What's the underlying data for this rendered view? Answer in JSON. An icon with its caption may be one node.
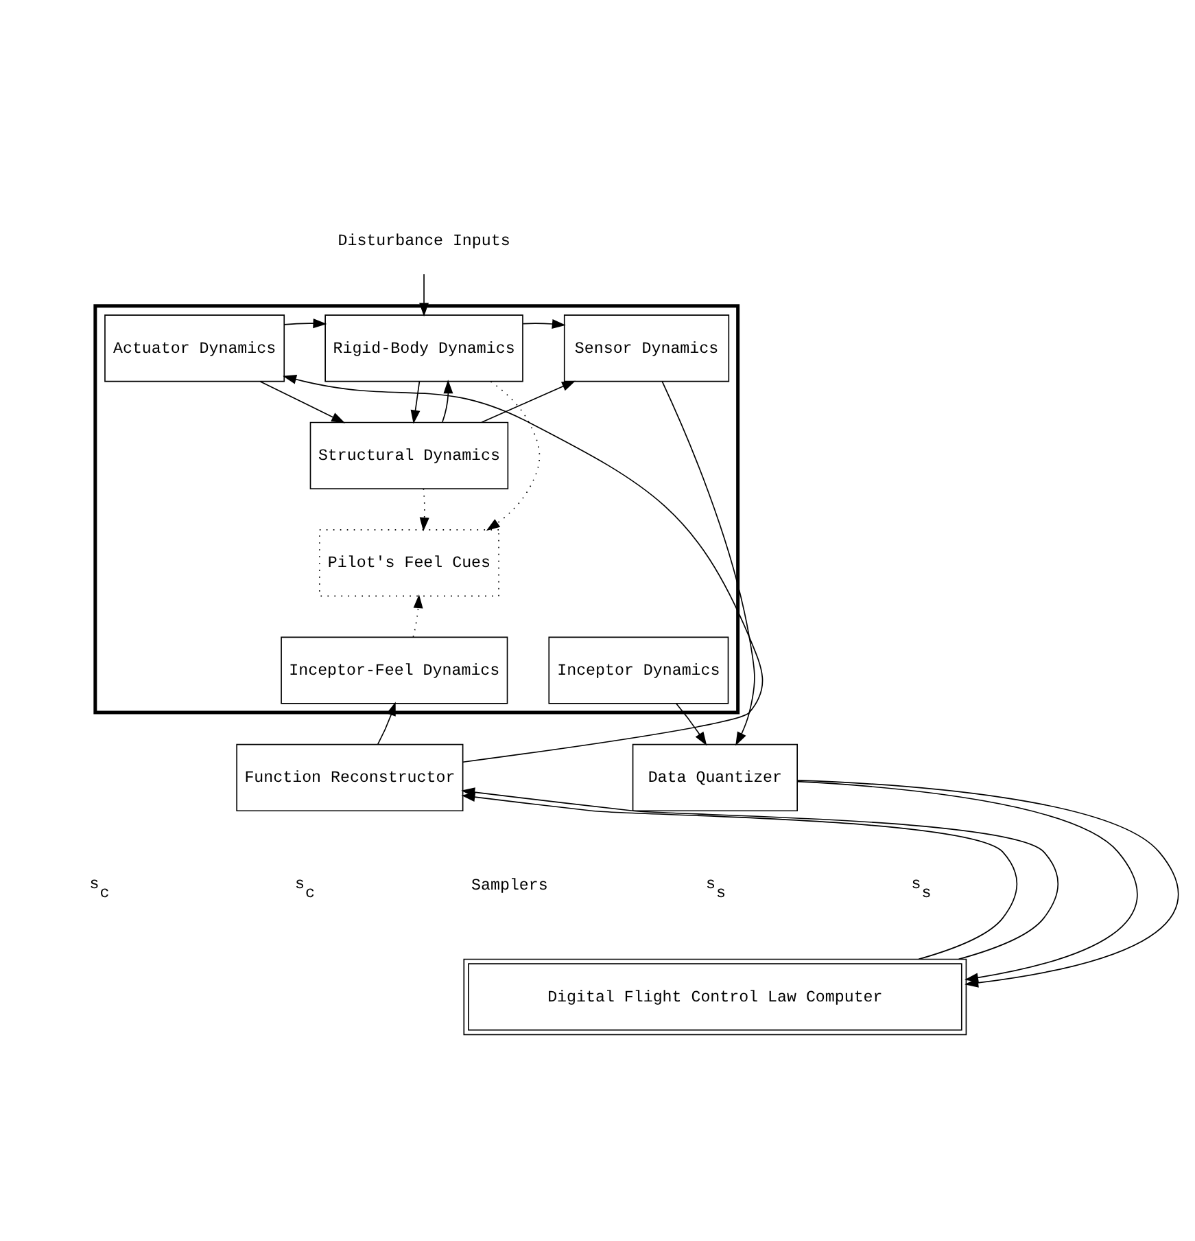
{
  "diagram": {
    "nodes": [
      {
        "text": [
          "Disturbance Inputs"
        ]
      },
      {
        "text": [],
        "shape": "box"
      },
      {
        "text": [
          "Rigid-Body Dynamics"
        ],
        "in": 1
      },
      {
        "text": [
          "Actuator Dynamics"
        ],
        "in": 1
      },
      {
        "text": [
          "Sensor Dynamics"
        ],
        "in": 1
      },
      {
        "text": [
          "Structural Dynamics"
        ],
        "in": 1
      },
      {
        "text": [
          "Pilot's Feel Cues"
        ],
        "in": 1
      },
      {
        "text": [
          "Inceptor-Feel Dynamics"
        ],
        "in": 1
      },
      {
        "text": [
          "Inceptor Dynamics"
        ],
        "in": 1
      },
      {
        "text": [
          "Function Reconstructor"
        ]
      },
      {
        "text": [
          "Data Quantizer"
        ]
      },
      {
        "text": [
          "Digital Flight Control Law Computer"
        ]
      }
    ],
    "edges": [
      {
        "from": 0,
        "to": 2,
        "arrow": "to"
      },
      {
        "from": 3,
        "to": 2,
        "arrow": "to"
      },
      {
        "from": 3,
        "to": 5,
        "arrow": "to"
      },
      {
        "from": 2,
        "to": 5,
        "arrow": "to"
      },
      {
        "from": 5,
        "to": 2,
        "arrow": "to"
      },
      {
        "from": 2,
        "to": 4,
        "arrow": "to"
      },
      {
        "from": 5,
        "to": 4,
        "arrow": "to"
      },
      {
        "from": 2,
        "to": 6,
        "arrow": "to",
        "style": "dashed"
      },
      {
        "from": 5,
        "to": 6,
        "arrow": "to",
        "style": "dashed"
      },
      {
        "from": 7,
        "to": 6,
        "arrow": "to",
        "style": "dashed"
      },
      {
        "from": 4,
        "to": 10,
        "arrow": "to"
      },
      {
        "from": 8,
        "to": 10,
        "arrow": "to"
      },
      {
        "from": 9,
        "to": 7,
        "arrow": "to"
      },
      {
        "from": 9,
        "to": 3,
        "arrow": "to"
      },
      {
        "from": 11,
        "to": 9,
        "arrow": "to"
      },
      {
        "from": 11,
        "to": 9,
        "arrow": "to"
      },
      {
        "from": 10,
        "to": 11,
        "arrow": "to"
      },
      {
        "from": 10,
        "to": 11,
        "arrow": "to"
      }
    ],
    "labels": [
      "s$_{c}$",
      "s$_{c}$",
      "Samplers",
      "s$_{s}$",
      "s$_{s}$"
    ]
  }
}
